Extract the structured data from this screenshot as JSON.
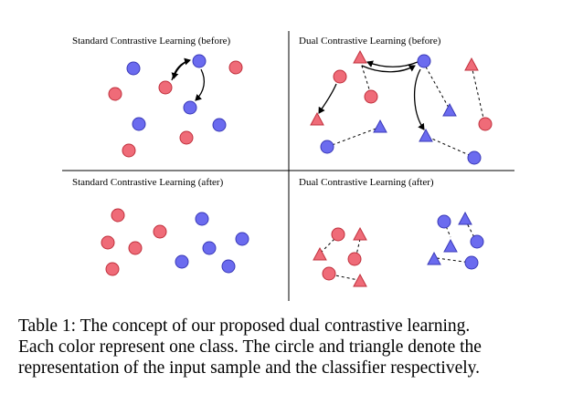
{
  "panels": {
    "top_left": {
      "title": "Standard Contrastive Learning (before)"
    },
    "top_right": {
      "title": "Dual Contrastive Learning (before)"
    },
    "bottom_left": {
      "title": "Standard Contrastive Learning (after)"
    },
    "bottom_right": {
      "title": "Dual Contrastive Learning (after)"
    }
  },
  "legend_colors": {
    "class_red": "#ef6b78",
    "class_blue": "#6b6bef",
    "stroke_red": "#c0303c",
    "stroke_blue": "#3a3ab8"
  },
  "caption": {
    "line1": "Table 1:  The concept of our proposed dual contrastive learning.",
    "line2": "Each color represent one class.  The circle and triangle denote the",
    "line3": "representation of the input sample and the classifier respectively."
  }
}
